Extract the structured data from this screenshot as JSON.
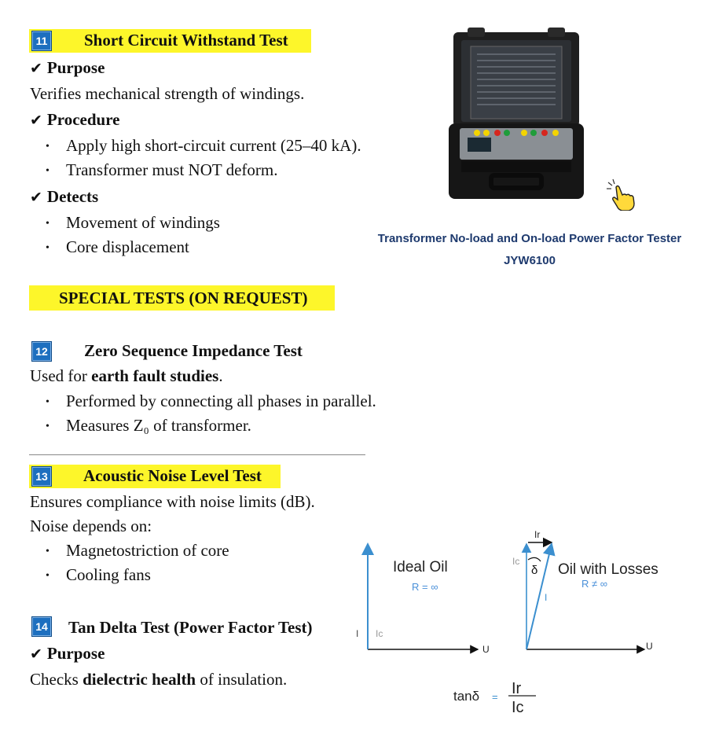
{
  "s11": {
    "num": "11",
    "title": "Short Circuit Withstand Test",
    "purpose_label": "Purpose",
    "purpose_text": "Verifies mechanical strength of windings.",
    "procedure_label": "Procedure",
    "procedure_items": [
      "Apply high short-circuit current (25–40 kA).",
      "Transformer must NOT deform."
    ],
    "detects_label": "Detects",
    "detects_items": [
      "Movement of windings",
      "Core displacement"
    ]
  },
  "product": {
    "caption_line1": "Transformer No-load and On-load Power Factor Tester",
    "caption_line2": "JYW6100"
  },
  "special": {
    "title": "SPECIAL TESTS (ON REQUEST)"
  },
  "s12": {
    "num": "12",
    "title": "Zero Sequence Impedance Test",
    "intro_prefix": "Used for ",
    "intro_bold": "earth fault studies",
    "intro_suffix": ".",
    "items": [
      "Performed by connecting all phases in parallel.",
      "Measures Z₀ of transformer."
    ]
  },
  "s13": {
    "num": "13",
    "title": "Acoustic Noise Level Test",
    "line1": "Ensures compliance with noise limits (dB).",
    "line2": "Noise depends on:",
    "items": [
      "Magnetostriction of core",
      "Cooling fans"
    ]
  },
  "s14": {
    "num": "14",
    "title": "Tan Delta Test (Power Factor Test)",
    "purpose_label": "Purpose",
    "text_prefix": "Checks ",
    "text_bold": "dielectric health",
    "text_suffix": " of insulation."
  },
  "diagram": {
    "ideal_title": "Ideal Oil",
    "ideal_r": "R = ∞",
    "lossy_title": "Oil with Losses",
    "lossy_r": "R ≠ ∞",
    "label_I": "I",
    "label_Ic": "Ic",
    "label_Ir": "Ir",
    "label_delta": "δ",
    "label_U": "U",
    "formula_lhs": "tanδ",
    "formula_eq": "=",
    "formula_num": "Ir",
    "formula_den": "Ic",
    "colors": {
      "vector": "#3b8fcf",
      "title": "#222222",
      "r_text": "#4a90d9"
    }
  }
}
